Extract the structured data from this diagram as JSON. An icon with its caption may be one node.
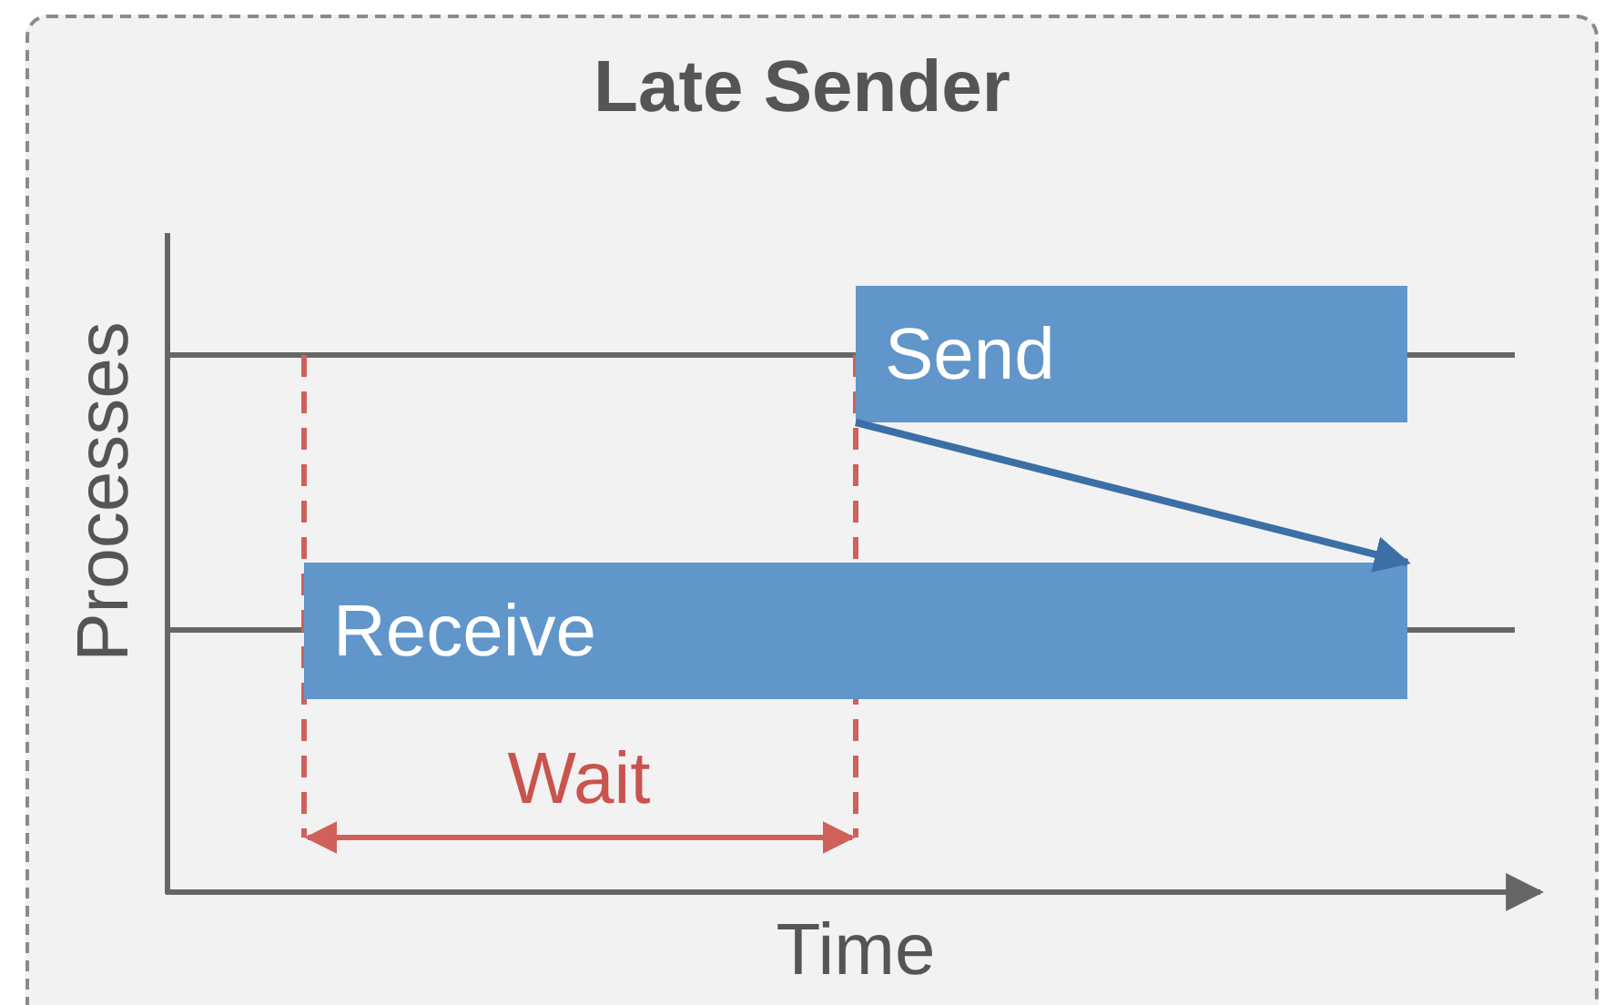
{
  "diagram": {
    "title": "Late Sender",
    "nodes": [
      {
        "text": [
          "Send"
        ]
      },
      {
        "text": [
          "Receive"
        ]
      }
    ],
    "edges": [
      {
        "from": 0,
        "to": 1,
        "arrow": "to"
      }
    ],
    "labels": [
      "Processes",
      "Wait",
      "Time"
    ]
  }
}
